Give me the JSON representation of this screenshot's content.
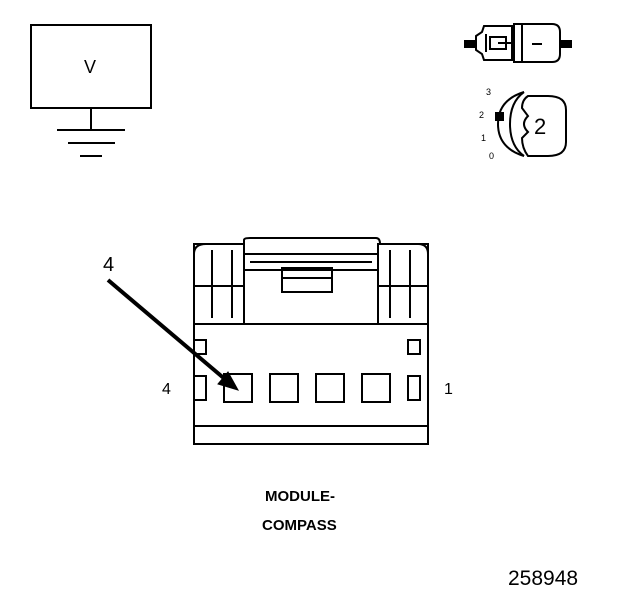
{
  "meter": {
    "symbol": "V"
  },
  "icons": {
    "probe_icon": "test-probe-icon",
    "connector_view_icon": "connector-view-icon",
    "scale_labels": [
      "3",
      "2",
      "1",
      "0"
    ],
    "scale_selected": "2"
  },
  "connector": {
    "callout_number": "4",
    "pin_left_label": "4",
    "pin_right_label": "1",
    "caption_line1": "MODULE-",
    "caption_line2": "COMPASS"
  },
  "figure_id": "258948"
}
